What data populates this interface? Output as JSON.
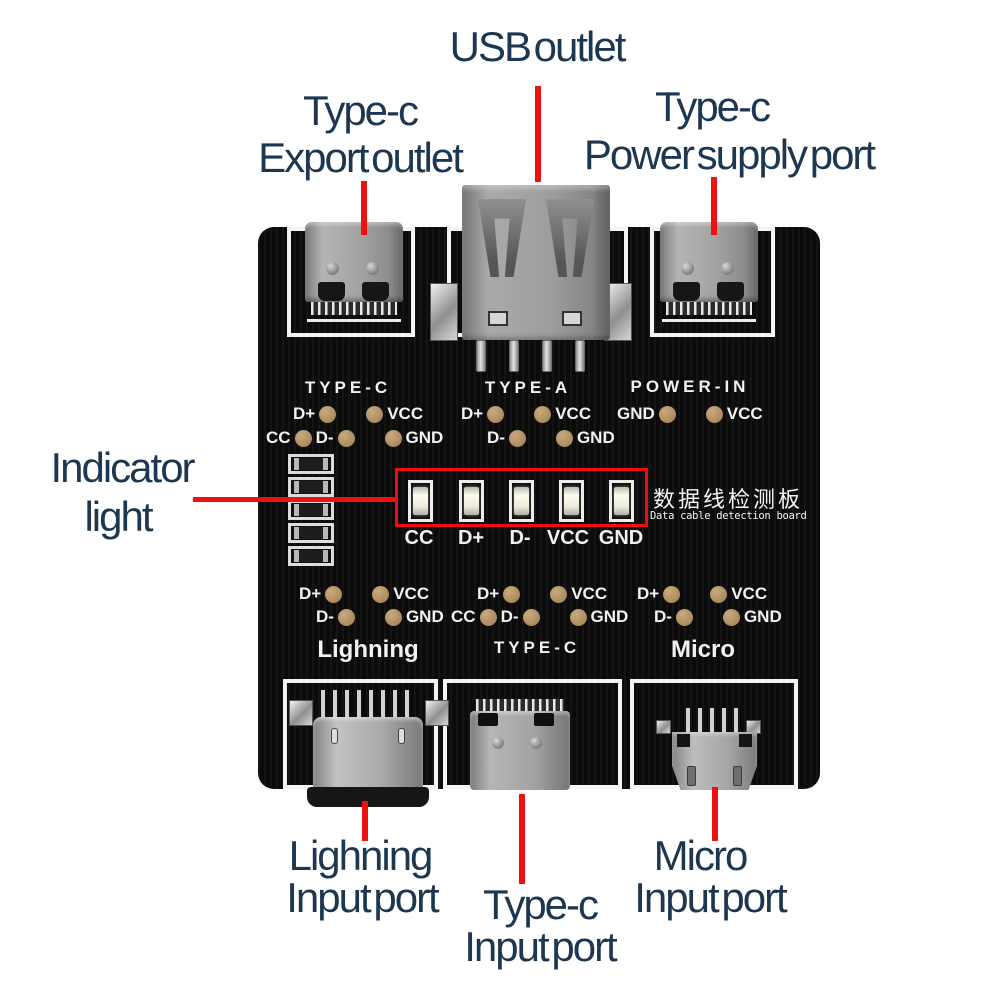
{
  "colors": {
    "annotation_text": "#1d3750",
    "annotation_line": "#ed1111",
    "board": "#0b0b0b",
    "silkscreen": "#f2f2f2",
    "solder_pad": "#b3916a"
  },
  "callouts": {
    "usb_outlet": {
      "line1": "USB outlet"
    },
    "typec_export": {
      "line1": "Type-c",
      "line2": "Export outlet"
    },
    "typec_power": {
      "line1": "Type-c",
      "line2": "Power supply port"
    },
    "indicator": {
      "line1": "Indicator",
      "line2": "light"
    },
    "lightning_input": {
      "line1": "Lighning",
      "line2": "Input port"
    },
    "typec_input": {
      "line1": "Type-c",
      "line2": "Input port"
    },
    "micro_input": {
      "line1": "Micro",
      "line2": "Input port"
    }
  },
  "board": {
    "title_cn": "数据线检测板",
    "title_en": "Data cable detection board",
    "sections_top": {
      "typec": {
        "title": "TYPE-C",
        "r1a": "D+",
        "r1b": "VCC",
        "r2a": "CC",
        "r2b": "D-",
        "r2c": "GND"
      },
      "typea": {
        "title": "TYPE-A",
        "r1a": "D+",
        "r1b": "VCC",
        "r2a": "D-",
        "r2b": "GND"
      },
      "powerin": {
        "title": "POWER-IN",
        "r1a": "GND",
        "r1b": "VCC"
      }
    },
    "leds": {
      "labels": [
        "CC",
        "D+",
        "D-",
        "VCC",
        "GND"
      ]
    },
    "sections_bottom": {
      "lightning": {
        "title": "Lighning",
        "r1a": "D+",
        "r1b": "VCC",
        "r2a": "D-",
        "r2b": "GND"
      },
      "typec": {
        "title": "TYPE-C",
        "r1a": "D+",
        "r1b": "VCC",
        "r2a": "CC",
        "r2b": "D-",
        "r2c": "GND"
      },
      "micro": {
        "title": "Micro",
        "r1a": "D+",
        "r1b": "VCC",
        "r2a": "D-",
        "r2b": "GND"
      }
    }
  }
}
